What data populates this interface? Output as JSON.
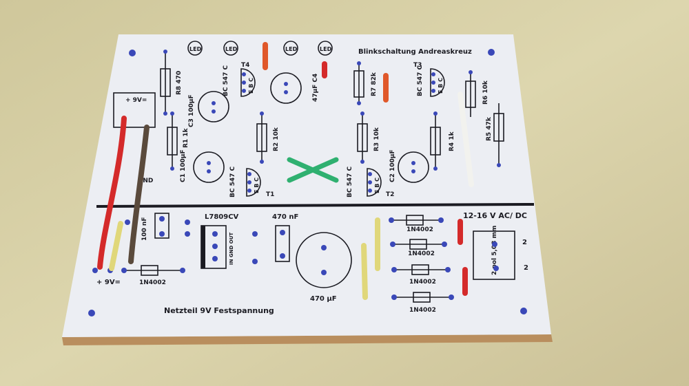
{
  "board": {
    "title_top": "Blinkschaltung Andreaskreuz",
    "title_bottom": "Netzteil 9V Festspannung",
    "input_label": "12-16 V AC/ DC",
    "connector_label": "2 pol 5,08 mm",
    "connector_pins": [
      "2",
      "2"
    ],
    "leds": [
      "LED",
      "LED",
      "LED",
      "LED"
    ],
    "power_in_top": "+ 9V=",
    "gnd": "GND",
    "power_out_bottom": "+ 9V=",
    "resistors": {
      "r8": "R8 470",
      "r7": "R7 82k",
      "r1": "R1 1k",
      "r2": "R2 10k",
      "r3": "R3 10k",
      "r4": "R4 1k",
      "r6": "R6 10k",
      "r5": "R5 47k"
    },
    "capacitors": {
      "c3": "C3 100µF",
      "c4": "47µF C4",
      "c1": "C1 100µF",
      "c2": "C2 100µF",
      "c100n": "100 nF",
      "c470n": "470 nF",
      "c470u": "470 µF"
    },
    "transistors": {
      "type": "BC 547 C",
      "pins": "E B C",
      "t1": "T1",
      "t2": "T2",
      "t3": "T3",
      "t4": "T4"
    },
    "regulator": {
      "name": "L7809CV",
      "pins": "IN GND OUT"
    },
    "diode": "1N4002"
  },
  "colors": {
    "wood": "#d9d2a8",
    "board": "#eceef3",
    "pad": "#3a48b8",
    "red_wire": "#d42a2a",
    "brown_wire": "#5a4a3c",
    "yellow_wire": "#e0d77a",
    "green_wire": "#2fb070"
  }
}
